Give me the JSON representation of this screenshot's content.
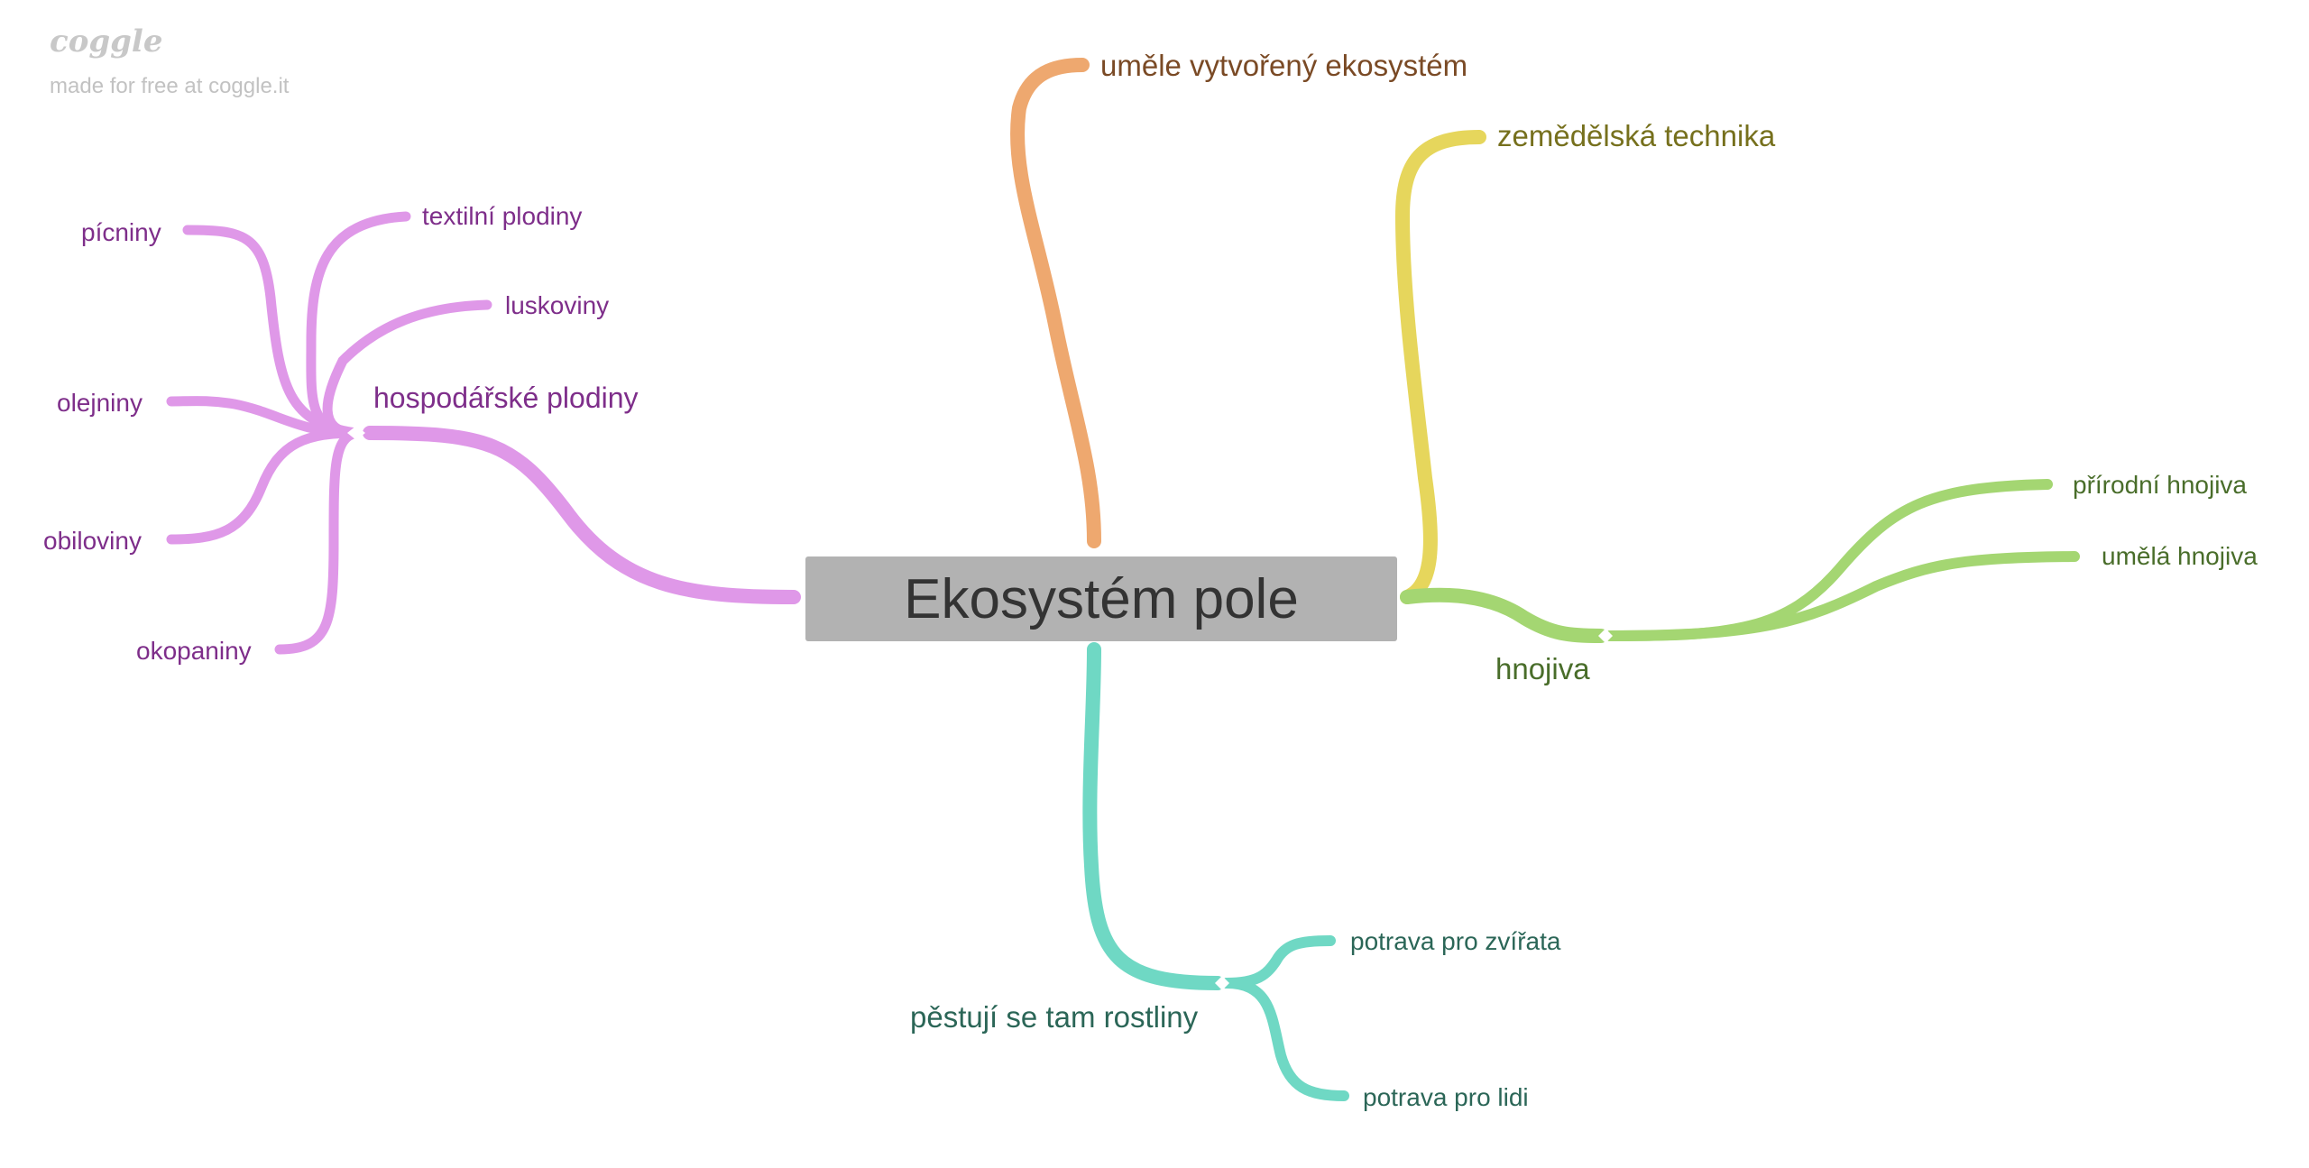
{
  "brand": {
    "logo": "coggle",
    "tagline": "made for free at coggle.it"
  },
  "root": {
    "label": "Ekosystém pole"
  },
  "branches": {
    "crops": {
      "label": "hospodářské plodiny",
      "color": "#df98e8",
      "text_color": "#7e2e8a",
      "children": [
        "pícniny",
        "textilní plodiny",
        "luskoviny",
        "olejniny",
        "obiloviny",
        "okopaniny"
      ]
    },
    "artificial": {
      "label": "uměle vytvořený ekosystém",
      "color": "#eea86f",
      "text_color": "#7a4a25"
    },
    "machinery": {
      "label": "zemědělská technika",
      "color": "#e6d65c",
      "text_color": "#76701d"
    },
    "fertilizers": {
      "label": "hnojiva",
      "color": "#a4d672",
      "text_color": "#496d2a",
      "children": [
        "přírodní hnojiva",
        "umělá hnojiva"
      ]
    },
    "plants": {
      "label": "pěstují se tam rostliny",
      "color": "#6fd8c4",
      "text_color": "#2b6657",
      "children": [
        "potrava pro zvířata",
        "potrava pro lidi"
      ]
    }
  }
}
